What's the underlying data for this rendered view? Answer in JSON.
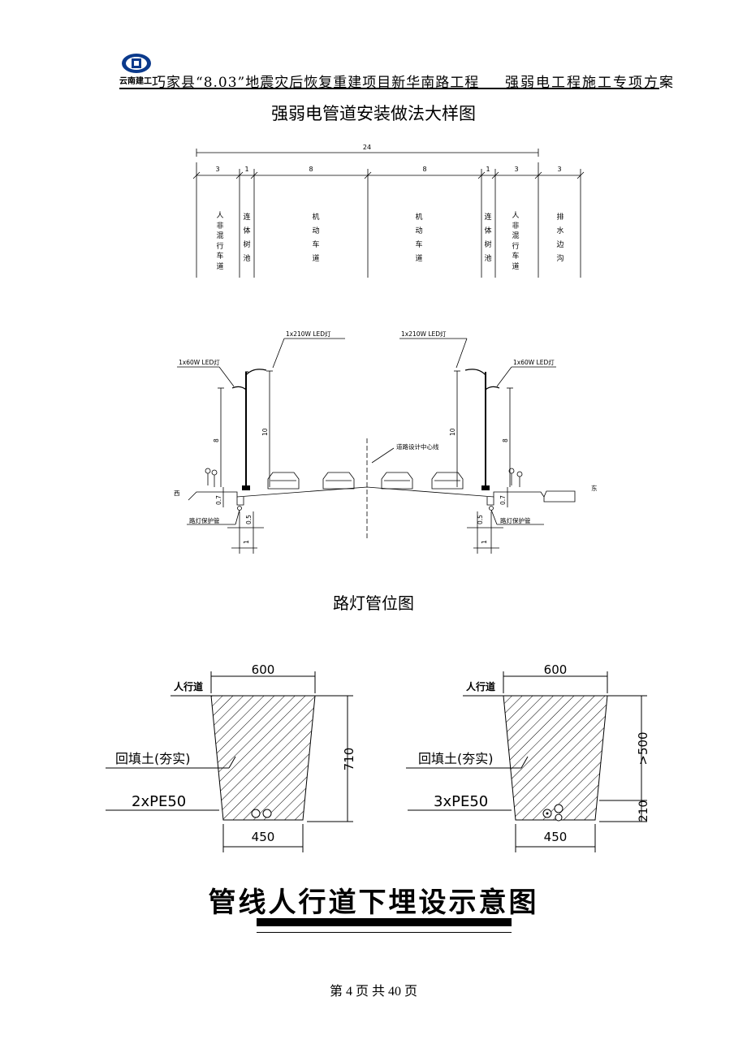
{
  "header": {
    "logo_text": "云南建工",
    "project_title": "巧家县“8.03”地震灾后恢复重建项目新华南路工程",
    "doc_title": "强弱电工程施工专项方案"
  },
  "section1": {
    "title": "强弱电管道安装做法大样图",
    "total_width": "24",
    "segments": [
      "3",
      "1",
      "8",
      "8",
      "1",
      "3",
      "3"
    ],
    "lane_labels": [
      "人\n非\n混\n行\n车\n道",
      "连\n体\n树\n池",
      "机\n动\n车\n道",
      "机\n动\n车\n道",
      "连\n体\n树\n池",
      "人\n非\n混\n行\n车\n道",
      "排\n水\n边\n沟"
    ]
  },
  "section2": {
    "lamp_210": "1x210W LED灯",
    "lamp_60": "1x60W LED灯",
    "height_8": "8",
    "height_10": "10",
    "height_07": "0.7",
    "centerline": "道路设计中心线",
    "west": "西",
    "east": "东",
    "protect_pipe": "路灯保护管",
    "dim_05": "0.5",
    "dim_1": "1",
    "title": "路灯管位图"
  },
  "section3": {
    "left": {
      "top_width": "600",
      "sidewalk": "人行道",
      "backfill": "回填土(夯实)",
      "pipes": "2xPE50",
      "depth": "710",
      "bottom_width": "450"
    },
    "right": {
      "top_width": "600",
      "sidewalk": "人行道",
      "backfill": "回填土(夯实)",
      "pipes": "3xPE50",
      "depth_upper": ">500",
      "depth_lower": "210",
      "bottom_width": "450"
    },
    "title": "管线人行道下埋设示意图"
  },
  "footer": {
    "page_text": "第 4 页  共 40 页"
  }
}
